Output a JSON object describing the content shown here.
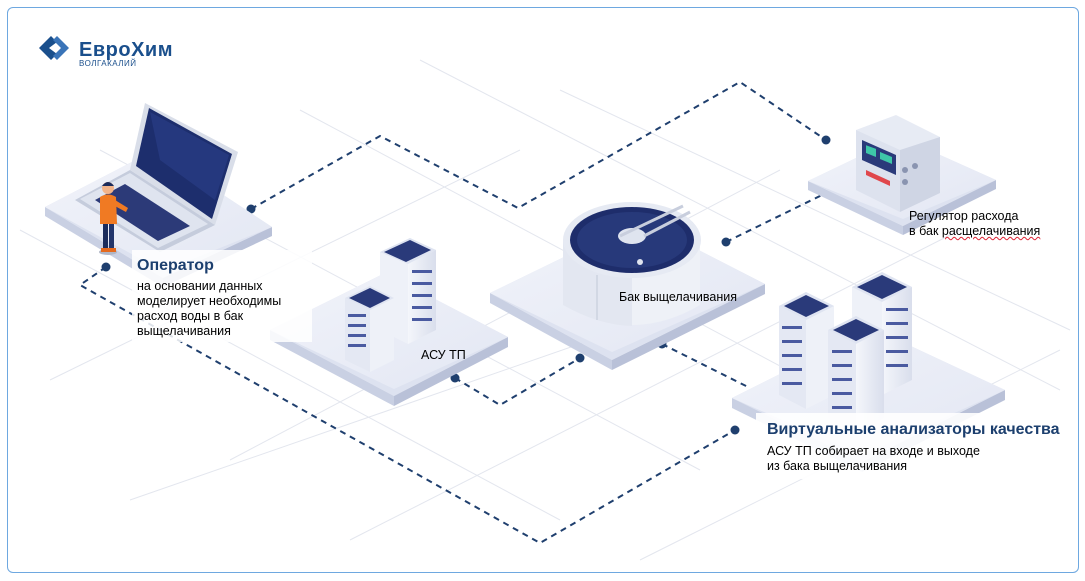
{
  "logo": {
    "name": "ЕвроХим",
    "subtitle": "ВОЛГАКАЛИЙ",
    "icon": "eurochem-logo-icon"
  },
  "operator": {
    "title": "Оператор",
    "description": "на основании данных\nмоделирует необходимы\nрасход воды в бак\nвыщелачивания"
  },
  "asu": {
    "label": "АСУ ТП"
  },
  "tank": {
    "label": "Бак выщелачивания"
  },
  "regulator": {
    "line1": "Регулятор расхода",
    "line2_prefix": "в бак ",
    "line2_word": "расщелачивания"
  },
  "virtual_analyzers": {
    "title": "Виртуальные анализаторы качества",
    "description": "АСУ ТП собирает на входе и выходе\nиз бака выщелачивания"
  },
  "colors": {
    "accent": "#1c3f6e",
    "connector": "#1f3f6e",
    "frame": "#6ea8e0",
    "platform": "#e8ecf6"
  }
}
